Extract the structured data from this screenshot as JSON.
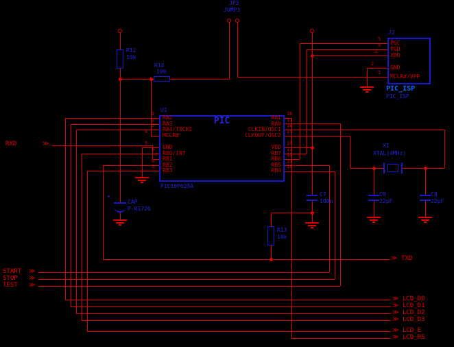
{
  "schematic": {
    "mcu": {
      "ref": "U1",
      "title": "PIC",
      "value": "PIC16F628A",
      "left_pins": [
        {
          "num": "1",
          "name": "RA2"
        },
        {
          "num": "2",
          "name": "RA3"
        },
        {
          "num": "3",
          "name": "RA4/T0CKI"
        },
        {
          "num": "4",
          "name": "MCLR#"
        },
        {
          "num": "5",
          "name": "GND"
        },
        {
          "num": "6",
          "name": "RB0/INT"
        },
        {
          "num": "7",
          "name": "RB1"
        },
        {
          "num": "8",
          "name": "RB2"
        },
        {
          "num": "9",
          "name": "RB3"
        }
      ],
      "right_pins": [
        {
          "num": "18",
          "name": "RA1"
        },
        {
          "num": "17",
          "name": "RA0"
        },
        {
          "num": "16",
          "name": "CLKIN/OSC1"
        },
        {
          "num": "15",
          "name": "CLKOUT/OSC2"
        },
        {
          "num": "14",
          "name": "VDD"
        },
        {
          "num": "13",
          "name": "RB7"
        },
        {
          "num": "12",
          "name": "RB6"
        },
        {
          "num": "11",
          "name": "RB5"
        },
        {
          "num": "10",
          "name": "RB4"
        }
      ]
    },
    "isp": {
      "ref": "J2",
      "value": "PIC_ISP",
      "footprint": "PIC_ISP",
      "pins": [
        {
          "num": "5",
          "name": "PGC"
        },
        {
          "num": "4",
          "name": "PGD"
        },
        {
          "num": "3",
          "name": "VDD"
        },
        {
          "num": "2",
          "name": "GND"
        },
        {
          "num": "1",
          "name": "MCLR#/VPP"
        }
      ]
    },
    "jumper": {
      "ref": "JP3",
      "value": "JUMP3"
    },
    "r12": {
      "ref": "R12",
      "value": "10k"
    },
    "r14": {
      "ref": "R14",
      "value": "100"
    },
    "r13": {
      "ref": "R13",
      "value": "10k"
    },
    "c7": {
      "ref": "C7",
      "value": "100n"
    },
    "c9": {
      "ref": "C9",
      "value": "22pF"
    },
    "c8": {
      "ref": "C8",
      "value": "22pF"
    },
    "cap_elec": {
      "ref": "CAP",
      "value": "P-R1726",
      "polarity": "+"
    },
    "x1": {
      "ref": "X1",
      "value": "XTAL(4MHz)"
    },
    "net_labels": {
      "rxd": "RXD",
      "txd": "TXD",
      "start": "START",
      "stop": "STOP",
      "test": "TEST",
      "lcd_d0": "LCD_D0",
      "lcd_d1": "LCD_D1",
      "lcd_d2": "LCD_D2",
      "lcd_d3": "LCD_D3",
      "lcd_e": "LCD_E",
      "lcd_rs": "LCD_RS"
    },
    "glyphs": {
      "chevron": "≫"
    },
    "colors": {
      "wire": "#e00202",
      "component": "#1818cc",
      "sheet_label": "#0a6aff",
      "background": "#000000"
    }
  }
}
